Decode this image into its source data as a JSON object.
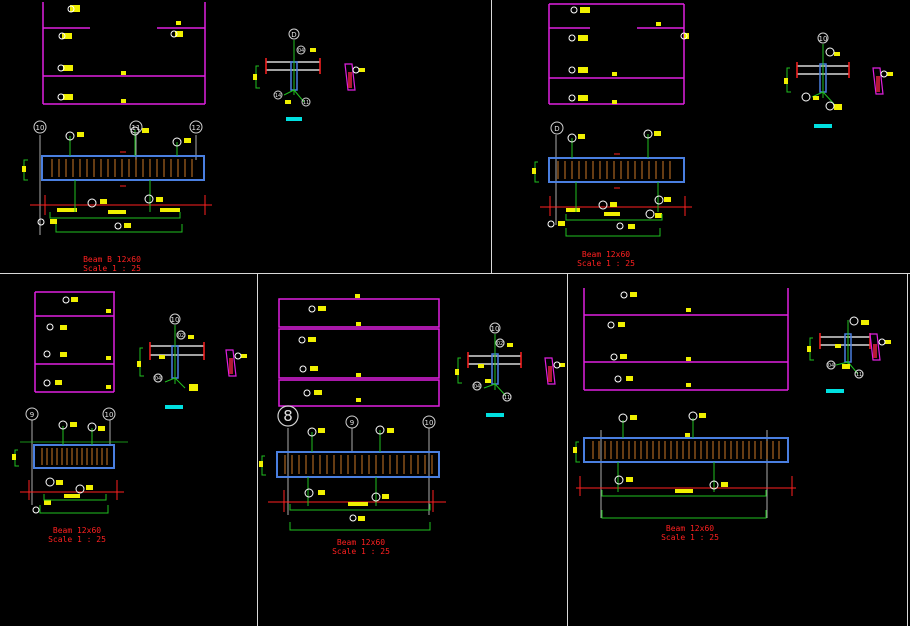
{
  "colors": {
    "background": "#000000",
    "frame": "#d8d8d8",
    "section": "#e020e0",
    "beam": "#4a7fe0",
    "dimension": "#20c020",
    "tag": "#f0f000",
    "rebar": "#ff9830",
    "label": "#ff2020",
    "accent": "#00e0e0",
    "bubble": "#d0d0d0"
  },
  "panels": [
    {
      "grid_labels": [
        "10",
        "11",
        "12"
      ],
      "detail_bubbles": [
        "D",
        "04",
        "14",
        "11"
      ],
      "caption_title": "Beam B 12x60",
      "caption_scale": "Scale 1 : 25"
    },
    {
      "grid_labels": [
        "D"
      ],
      "detail_bubbles": [
        "10"
      ],
      "caption_title": "Beam 12x60",
      "caption_scale": "Scale 1 : 25"
    },
    {
      "grid_labels": [
        "9",
        "10"
      ],
      "detail_bubbles": [
        "10",
        "02",
        "04"
      ],
      "caption_title": "Beam 12x60",
      "caption_scale": "Scale 1 : 25"
    },
    {
      "grid_labels": [
        "8",
        "9",
        "10"
      ],
      "detail_bubbles": [
        "10",
        "02",
        "04",
        "11"
      ],
      "caption_title": "Beam 12x60",
      "caption_scale": "Scale 1 : 25"
    },
    {
      "grid_labels": [],
      "detail_bubbles": [
        "04",
        "11"
      ],
      "caption_title": "Beam 12x60",
      "caption_scale": "Scale 1 : 25"
    }
  ]
}
